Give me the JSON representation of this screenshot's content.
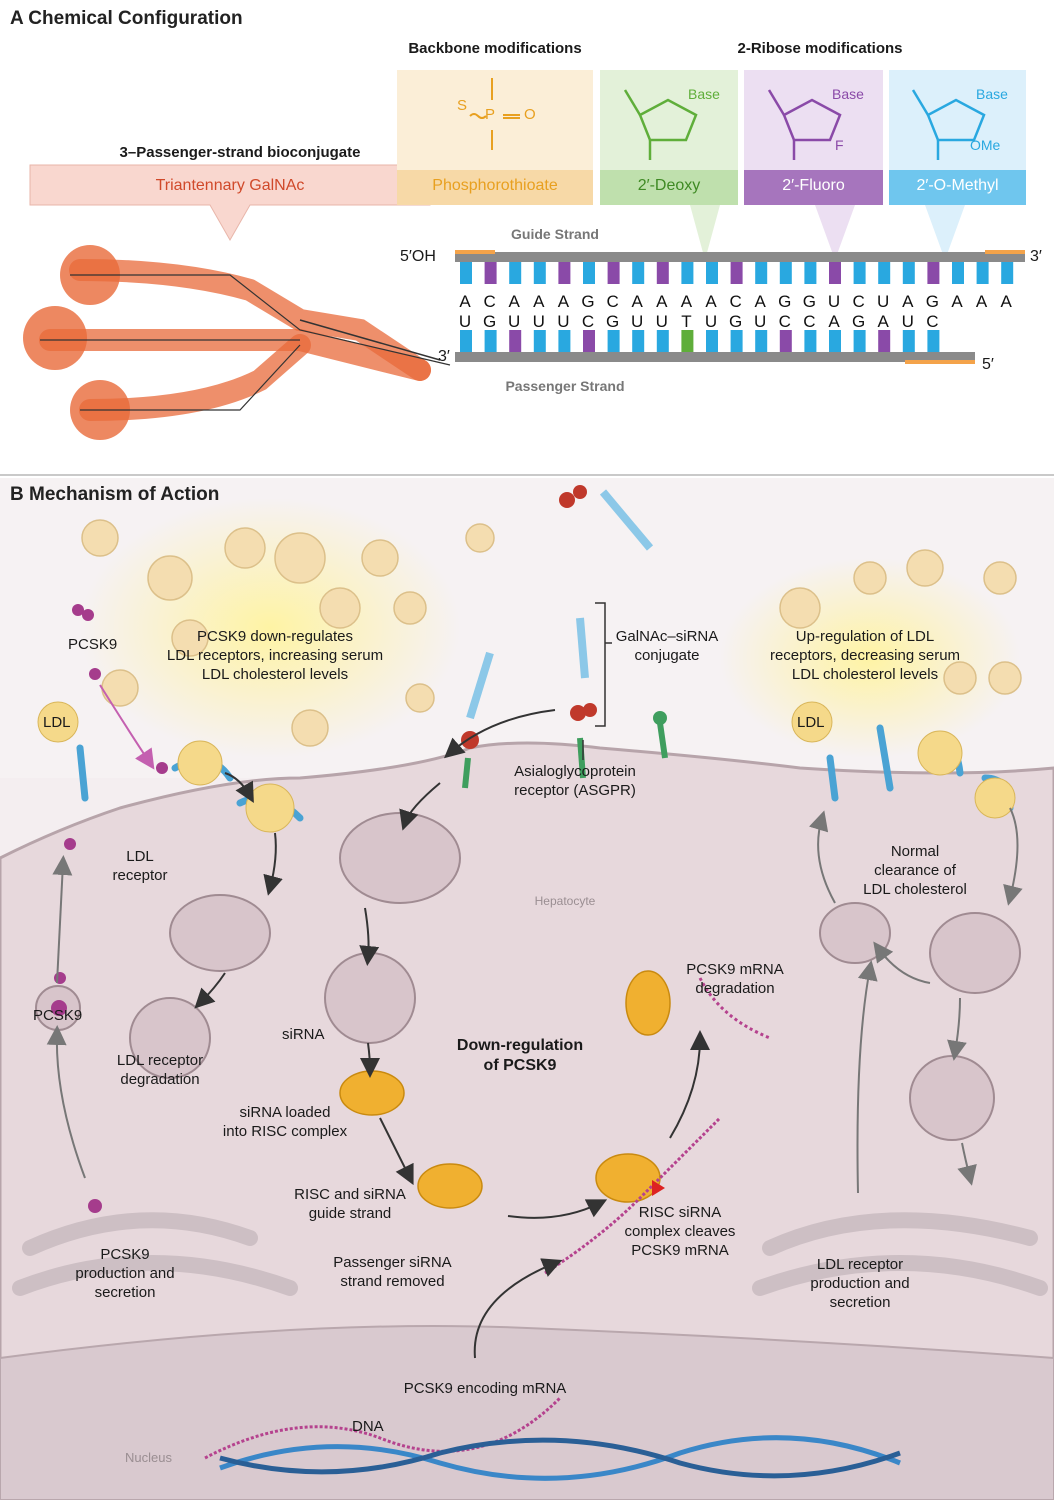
{
  "panel_a": {
    "title": "A  Chemical Configuration",
    "backbone_header": "Backbone modifications",
    "ribose_header": "2-Ribose modifications",
    "bioconjugate_header": "3–Passenger-strand bioconjugate",
    "galnac_label": "Triantennary GalNAc",
    "mods": [
      {
        "label": "Phosphorothioate",
        "color": "#e8a020"
      },
      {
        "label": "2′-Deoxy",
        "color": "#5fae3a"
      },
      {
        "label": "2′-Fluoro",
        "color": "#8a4aa8"
      },
      {
        "label": "2′-O-Methyl",
        "color": "#29a8e0"
      }
    ],
    "chem": {
      "thio": "S",
      "p": "P",
      "o": "O",
      "base": "Base",
      "f": "F",
      "ome": "OMe"
    },
    "guide_strand_label": "Guide Strand",
    "passenger_strand_label": "Passenger Strand",
    "five_oh": "5′OH",
    "three_prime_top": "3′",
    "three_prime_bottom": "3′",
    "five_prime_bottom": "5′",
    "guide_sequence": [
      "A",
      "C",
      "A",
      "A",
      "A",
      "G",
      "C",
      "A",
      "A",
      "A",
      "A",
      "C",
      "A",
      "G",
      "G",
      "U",
      "C",
      "U",
      "A",
      "G",
      "A",
      "A",
      "A"
    ],
    "passenger_sequence": [
      "U",
      "G",
      "U",
      "U",
      "U",
      "C",
      "G",
      "U",
      "U",
      "T",
      "U",
      "G",
      "U",
      "C",
      "C",
      "A",
      "G",
      "A",
      "U",
      "C"
    ]
  },
  "panel_b": {
    "title": "B  Mechanism of Action",
    "labels": {
      "pcsk9_top": "PCSK9",
      "ldl_left": "LDL",
      "ldl_right": "LDL",
      "pcsk9_downregulates": "PCSK9 down-regulates\nLDL receptors, increasing serum\nLDL cholesterol levels",
      "galnac_conjugate": "GalNAc–siRNA\nconjugate",
      "upregulation": "Up-regulation of LDL\nreceptors, decreasing serum\nLDL cholesterol levels",
      "ldl_receptor": "LDL\nreceptor",
      "asgpr": "Asialoglycoprotein\nreceptor (ASGPR)",
      "normal_clearance": "Normal\nclearance of\nLDL cholesterol",
      "hepatocyte": "Hepatocyte",
      "pcsk9_vesicle": "PCSK9",
      "ldl_receptor_degradation": "LDL receptor\ndegradation",
      "sirna": "siRNA",
      "downregulation_pcsk9": "Down-regulation\nof PCSK9",
      "pcsk9_mrna_degradation": "PCSK9 mRNA\ndegradation",
      "sirna_loaded": "siRNA loaded\ninto RISC complex",
      "risc_guide": "RISC and siRNA\nguide strand",
      "risc_cleaves": "RISC siRNA\ncomplex cleaves\nPCSK9 mRNA",
      "pcsk9_production": "PCSK9\nproduction and\nsecretion",
      "passenger_removed": "Passenger siRNA\nstrand removed",
      "ldl_receptor_production": "LDL receptor\nproduction and\nsecretion",
      "encoding_mrna": "PCSK9 encoding mRNA",
      "dna": "DNA",
      "nucleus": "Nucleus"
    }
  }
}
